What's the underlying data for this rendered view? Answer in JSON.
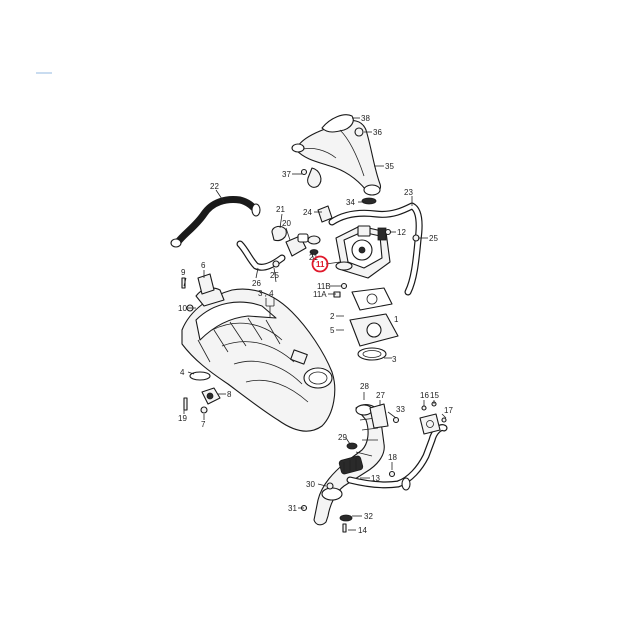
{
  "diagram": {
    "highlight_color": "#e0192b",
    "highlighted_callout": "11",
    "callouts": [
      "38",
      "36",
      "35",
      "37",
      "34",
      "23",
      "22",
      "24",
      "21",
      "20",
      "12",
      "25",
      "26",
      "9",
      "6",
      "21",
      "11",
      "11B",
      "11A",
      "10",
      "3 , 4",
      "2",
      "5",
      "3",
      "1",
      "4",
      "8",
      "28",
      "27",
      "33",
      "16",
      "15",
      "17",
      "19",
      "7",
      "29",
      "18",
      "30",
      "13",
      "31",
      "32",
      "14"
    ]
  }
}
